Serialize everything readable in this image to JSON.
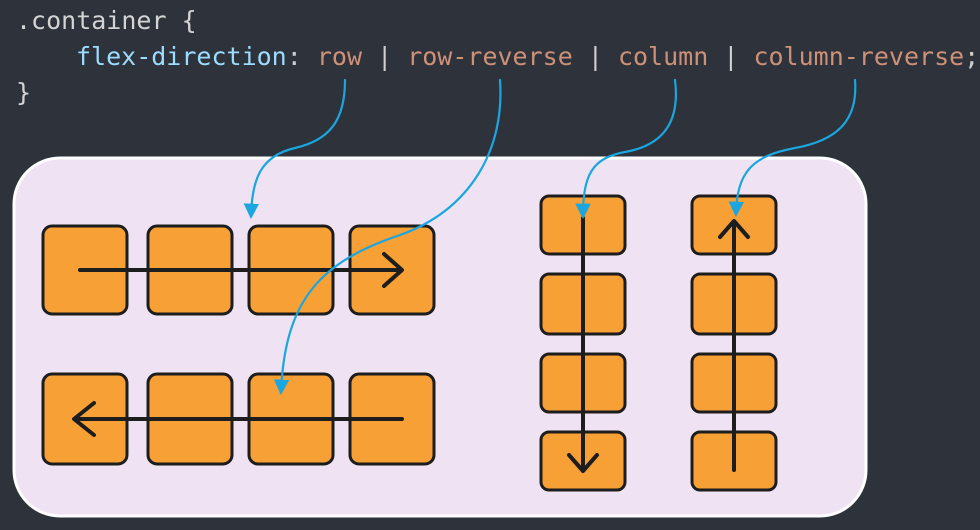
{
  "code": {
    "selector": ".container",
    "open_brace": "{",
    "property": "flex-direction",
    "colon": ":",
    "values": [
      "row",
      "row-reverse",
      "column",
      "column-reverse"
    ],
    "separator": "|",
    "semicolon": ";",
    "close_brace": "}"
  },
  "colors": {
    "background": "#2d323b",
    "panel": "#efe3f3",
    "box": "#f7a035",
    "guide": "#1ba6e0",
    "selector_text": "#d4d4d4",
    "property_text": "#9cdcfe",
    "value_text": "#ce9178"
  },
  "diagram": {
    "examples": [
      {
        "value": "row",
        "direction": "left-to-right",
        "item_count": 4
      },
      {
        "value": "row-reverse",
        "direction": "right-to-left",
        "item_count": 4
      },
      {
        "value": "column",
        "direction": "top-to-bottom",
        "item_count": 4
      },
      {
        "value": "column-reverse",
        "direction": "bottom-to-top",
        "item_count": 4
      }
    ]
  }
}
